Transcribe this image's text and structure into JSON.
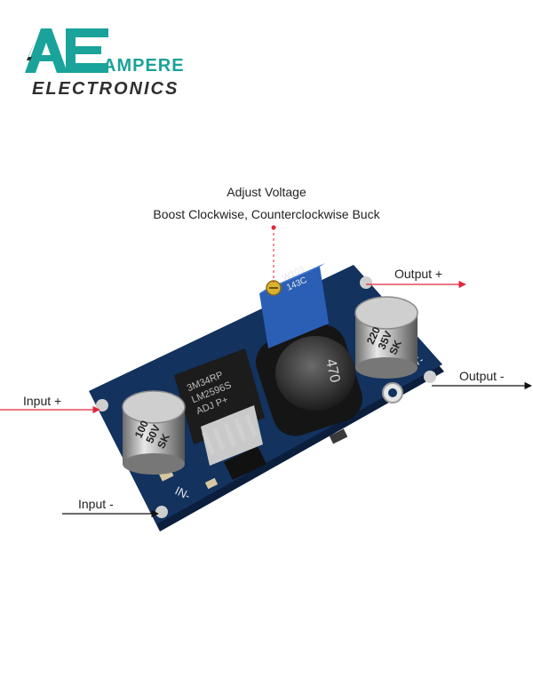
{
  "logo": {
    "mark": "AE",
    "line1": "AMPERE",
    "line2": "ELECTRONICS",
    "color": "#1aa39a",
    "dark": "#2f2f2f"
  },
  "annotations": {
    "adjust_title": "Adjust Voltage",
    "adjust_sub": "Boost Clockwise, Counterclockwise Buck",
    "output_plus": "Output +",
    "output_minus": "Output -",
    "input_plus": "Input +",
    "input_minus": "Input -"
  },
  "board": {
    "chip_lines": [
      "3M34RP",
      "LM2596S",
      "ADJ P+"
    ],
    "inductor": "470",
    "pot_lines": [
      "W103",
      "143C"
    ],
    "cap_left": [
      "100",
      "50V",
      "SK"
    ],
    "cap_right": [
      "220",
      "35V",
      "SK"
    ],
    "in_minus": "IN-",
    "out_minus": "OUT-",
    "colors": {
      "pcb": "#13325e",
      "pcb_edge": "#0b1f3d",
      "arrow_red": "#e0263a",
      "arrow_black": "#111111",
      "pot": "#2b5fb6",
      "screw": "#d9b230"
    }
  }
}
